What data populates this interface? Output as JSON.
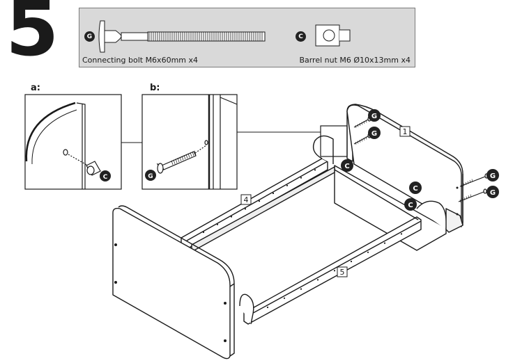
{
  "step": {
    "number": "5"
  },
  "parts": [
    {
      "badge": "G",
      "caption": "Connecting bolt M6x60mm x4"
    },
    {
      "badge": "C",
      "caption": "Barrel nut M6 Ø10x13mm x4"
    }
  ],
  "details": [
    {
      "label": "a:"
    },
    {
      "label": "b:"
    }
  ],
  "callout_letters": {
    "bolt": "G",
    "nut": "C"
  },
  "part_numbers": {
    "headboard": "1",
    "side_rail": "4",
    "bottom_rail": "5"
  },
  "colors": {
    "ink": "#1a1a1a",
    "panel": "#d9d9d9",
    "badge": "#222222"
  }
}
